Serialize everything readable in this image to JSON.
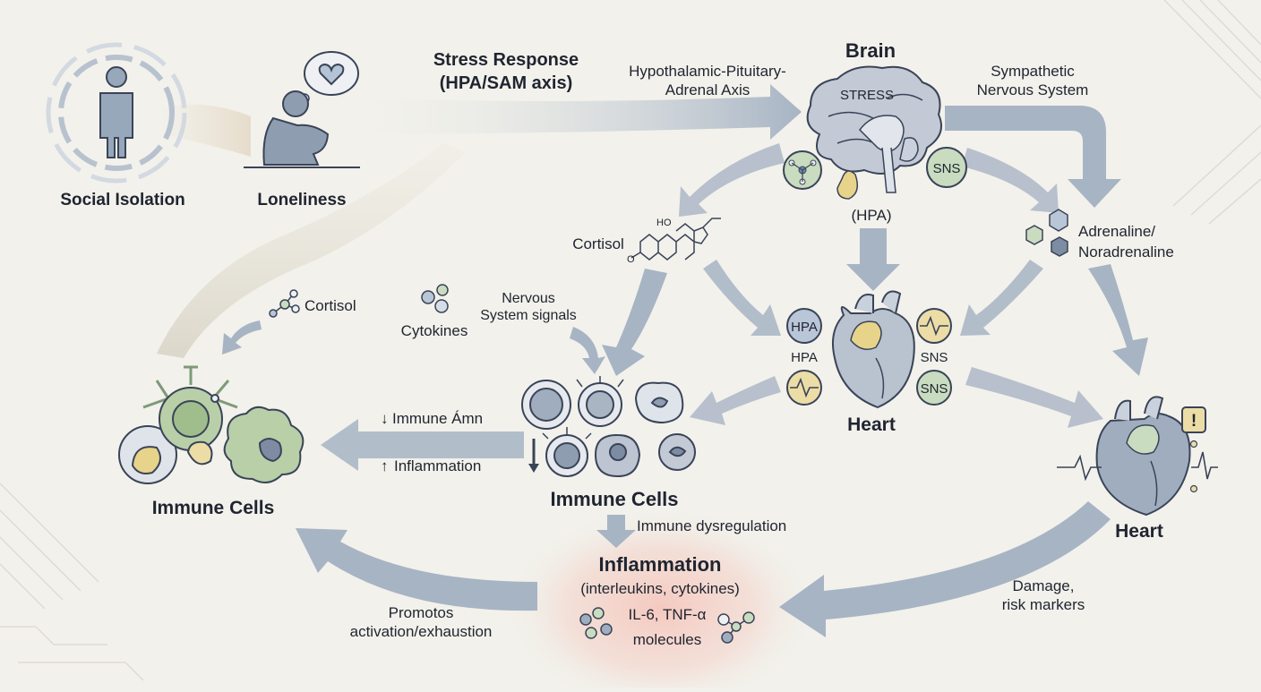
{
  "nodes": {
    "social_isolation": "Social Isolation",
    "loneliness": "Loneliness",
    "brain": "Brain",
    "stress_label": "STRESS",
    "heart_center": "Heart",
    "heart_right": "Heart",
    "immune_center": "Immune Cells",
    "immune_left": "Immune Cells",
    "inflammation": "Inflammation"
  },
  "labels": {
    "stress_response_1": "Stress Response",
    "stress_response_2": "(HPA/SAM axis)",
    "hpa_axis_1": "Hypothalamic-Pituitary-",
    "hpa_axis_2": "Adrenal Axis",
    "sns_1": "Sympathetic",
    "sns_2": "Nervous System",
    "hpa_paren": "(HPA)",
    "sns_badge": "SNS",
    "cortisol_center": "Cortisol",
    "cortisol_left": "Cortisol",
    "adrenaline_1": "Adrenaline/",
    "adrenaline_2": "Noradrenaline",
    "nervous_signals_1": "Nervous",
    "nervous_signals_2": "System signals",
    "cytokines": "Cytokines",
    "hpa_badge": "HPA",
    "hpa_text": "HPA",
    "sns_text": "SNS",
    "sns_badge2": "SNS",
    "immune_down": "Immune Ámn",
    "inflammation_up": "Inflammation",
    "immune_dysregulation": "Immune dysregulation",
    "inflammation_sub": "(interleukins, cytokines)",
    "il6_line1": "IL-6, TNF-α",
    "il6_line2": "molecules",
    "promotes_1": "Promotos",
    "promotes_2": "activation/exhaustion",
    "damage_1": "Damage,",
    "damage_2": "risk markers",
    "cortisol_ho": "HO",
    "cortisol_o": "O",
    "alert": "!"
  },
  "colors": {
    "background": "#f2f1eb",
    "arrow": "#a7b4c4",
    "brain": "#c3cad5",
    "heart": "#b9c2cf",
    "cell_green": "#b8cfa8",
    "cell_gray": "#aab5c3",
    "badge_green": "#c9dcc0",
    "badge_blue": "#b9c6d8",
    "badge_yellow": "#ecdda6",
    "inflammation_glow": "#f4c7bd"
  },
  "icons": [
    "person-icon",
    "thought-heart-icon",
    "brain-icon",
    "heart-icon",
    "molecule-icon",
    "immune-cell-icon",
    "alert-icon",
    "ecg-icon"
  ]
}
